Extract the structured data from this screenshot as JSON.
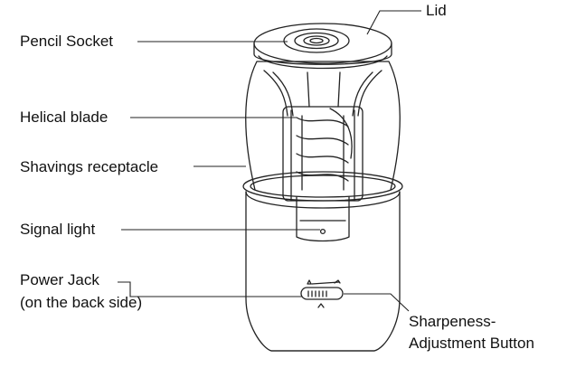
{
  "labels": {
    "pencil_socket": "Pencil Socket",
    "lid": "Lid",
    "helical_blade": "Helical blade",
    "shavings_receptacle": "Shavings receptacle",
    "signal_light": "Signal light",
    "power_jack_line1": "Power Jack",
    "power_jack_line2": "(on the back side)",
    "adjustment_line1": "Sharpeness-",
    "adjustment_line2": "Adjustment Button"
  },
  "colors": {
    "stroke": "#222222",
    "background": "#ffffff"
  }
}
